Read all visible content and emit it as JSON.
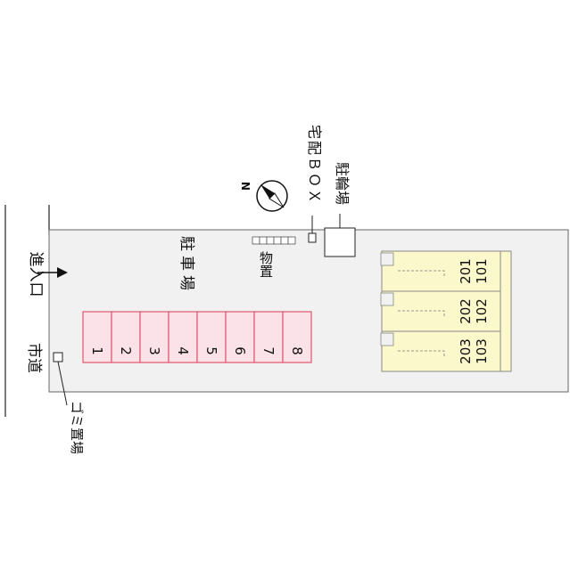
{
  "labels": {
    "city_road": "市道",
    "entrance": "進入口",
    "parking": "駐車場",
    "storage": "物置",
    "delivery_box": "宅配ＢＯＸ",
    "bicycle_parking": "駐輪場",
    "garbage": "ゴミ置場",
    "north_mark": "N"
  },
  "parking_spaces": [
    "1",
    "2",
    "3",
    "4",
    "5",
    "6",
    "7",
    "8"
  ],
  "units": [
    {
      "upper": "201",
      "lower": "101"
    },
    {
      "upper": "202",
      "lower": "102"
    },
    {
      "upper": "203",
      "lower": "103"
    }
  ],
  "colors": {
    "site_fill": "#f1f1f1",
    "parking_fill": "#fbe2e8",
    "parking_stroke": "#e0566e",
    "building_fill": "#fbf8cc",
    "building_stroke": "#888888"
  }
}
